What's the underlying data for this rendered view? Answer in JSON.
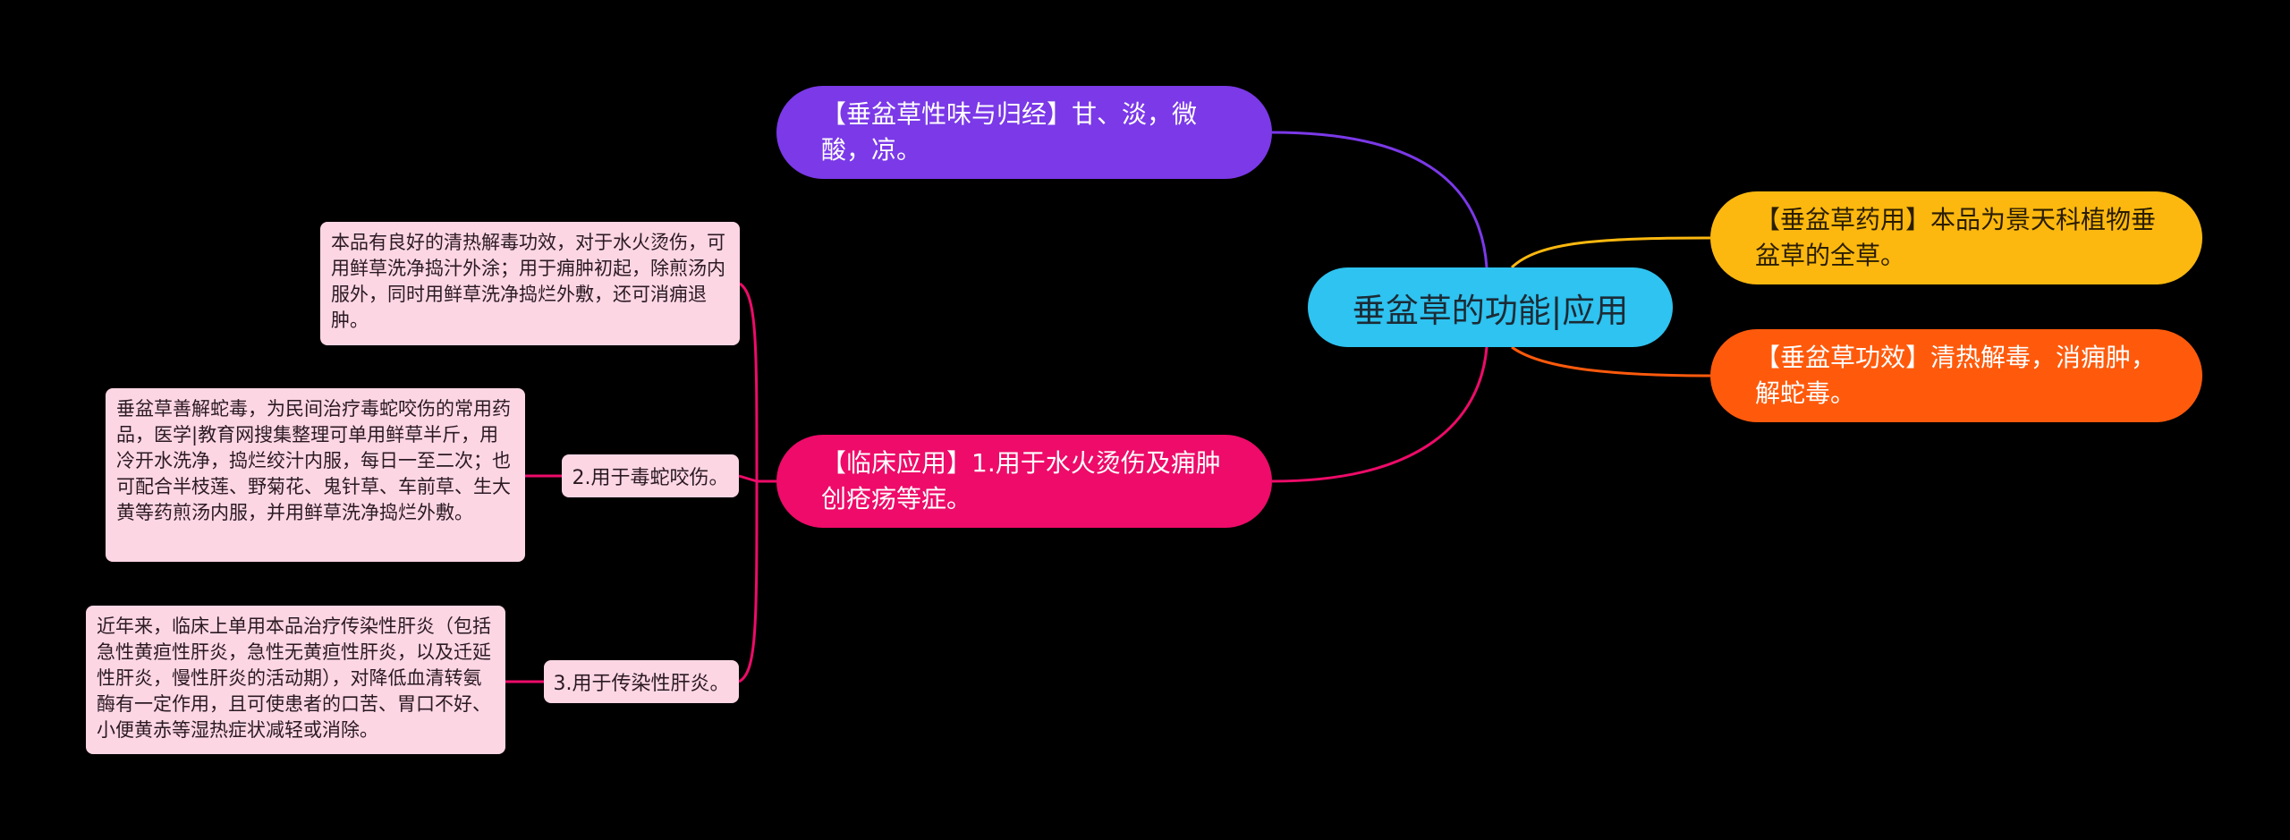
{
  "center": {
    "title": "垂盆草的功能|应用"
  },
  "branches": {
    "taste": {
      "text": "【垂盆草性味与归经】甘、淡，微酸，凉。",
      "color": "#7b39e8"
    },
    "medicine": {
      "text": "【垂盆草药用】本品为景天科植物垂盆草的全草。",
      "color": "#fcb80f"
    },
    "effect": {
      "text": "【垂盆草功效】清热解毒，消痈肿，解蛇毒。",
      "color": "#ff5a0c"
    },
    "clinical": {
      "text": "【临床应用】1.用于水火烫伤及痈肿创疮疡等症。",
      "color": "#ee0b69"
    }
  },
  "clinical_children": [
    {
      "label": "",
      "detail": "本品有良好的清热解毒功效，对于水火烫伤，可用鲜草洗净捣汁外涂；用于痈肿初起，除煎汤内服外，同时用鲜草洗净捣烂外敷，还可消痈退肿。"
    },
    {
      "label": "2.用于毒蛇咬伤。",
      "detail": "垂盆草善解蛇毒，为民间治疗毒蛇咬伤的常用药品，医学|教育网搜集整理可单用鲜草半斤，用冷开水洗净，捣烂绞汁内服，每日一至二次；也可配合半枝莲、野菊花、鬼针草、车前草、生大黄等药煎汤内服，并用鲜草洗净捣烂外敷。"
    },
    {
      "label": "3.用于传染性肝炎。",
      "detail": "近年来，临床上单用本品治疗传染性肝炎（包括急性黄疸性肝炎，急性无黄疸性肝炎，以及迁延性肝炎，慢性肝炎的活动期），对降低血清转氨酶有一定作用，且可使患者的口苦、胃口不好、小便黄赤等湿热症状减轻或消除。"
    }
  ],
  "colors": {
    "background": "#000000",
    "center": "#2ec3f0",
    "card": "#fdd6e4"
  }
}
